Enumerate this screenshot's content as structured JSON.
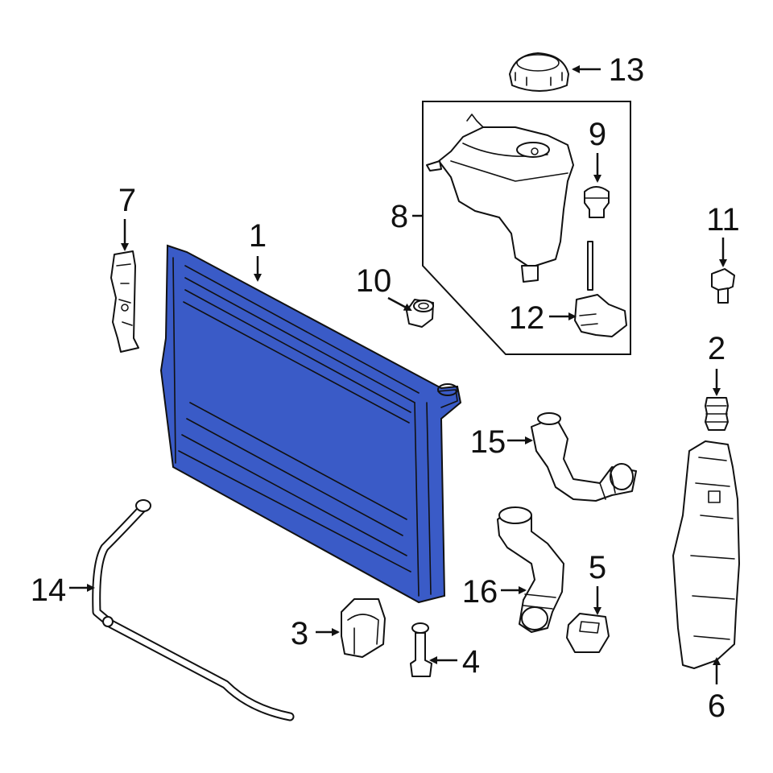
{
  "diagram": {
    "callouts": [
      {
        "id": "c1",
        "number": "1"
      },
      {
        "id": "c2",
        "number": "2"
      },
      {
        "id": "c3",
        "number": "3"
      },
      {
        "id": "c4",
        "number": "4"
      },
      {
        "id": "c5",
        "number": "5"
      },
      {
        "id": "c6",
        "number": "6"
      },
      {
        "id": "c7",
        "number": "7"
      },
      {
        "id": "c8",
        "number": "8"
      },
      {
        "id": "c9",
        "number": "9"
      },
      {
        "id": "c10",
        "number": "10"
      },
      {
        "id": "c11",
        "number": "11"
      },
      {
        "id": "c12",
        "number": "12"
      },
      {
        "id": "c13",
        "number": "13"
      },
      {
        "id": "c14",
        "number": "14"
      },
      {
        "id": "c15",
        "number": "15"
      },
      {
        "id": "c16",
        "number": "16"
      }
    ],
    "colors": {
      "highlight_part": "#3A5BC7",
      "line": "#111111",
      "background": "#FFFFFF"
    }
  }
}
